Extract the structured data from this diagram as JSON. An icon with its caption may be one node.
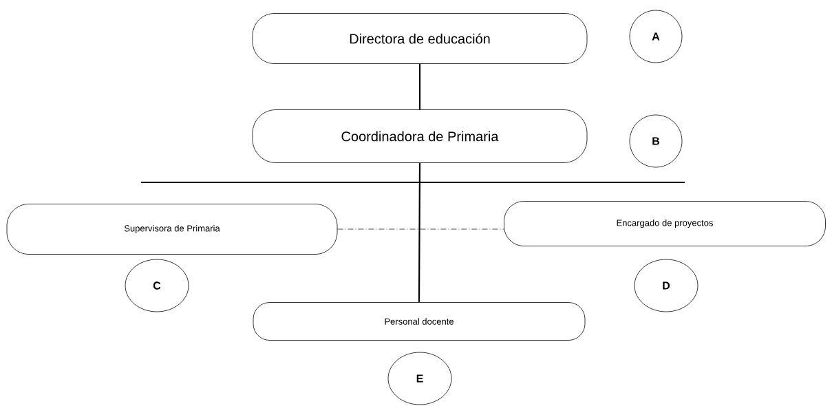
{
  "diagram": {
    "nodes": [
      {
        "text": [
          "Directora de educación"
        ]
      },
      {
        "text": [
          "A"
        ]
      },
      {
        "text": [
          "Coordinadora de Primaria"
        ]
      },
      {
        "text": [
          "B"
        ]
      },
      {
        "text": [
          "Supervisora de Primaria"
        ]
      },
      {
        "text": [
          "Encargado de proyectos"
        ]
      },
      {
        "text": [
          "C"
        ]
      },
      {
        "text": [
          "D"
        ]
      },
      {
        "text": [
          "Personal docente"
        ]
      },
      {
        "text": [
          "E"
        ]
      }
    ],
    "edges": [
      {
        "from": 0,
        "to": 2,
        "arrow": "none"
      },
      {
        "from": 2,
        "to": 8,
        "arrow": "none"
      },
      {
        "from": 4,
        "to": 5,
        "arrow": "none",
        "style": "dashed"
      }
    ]
  }
}
